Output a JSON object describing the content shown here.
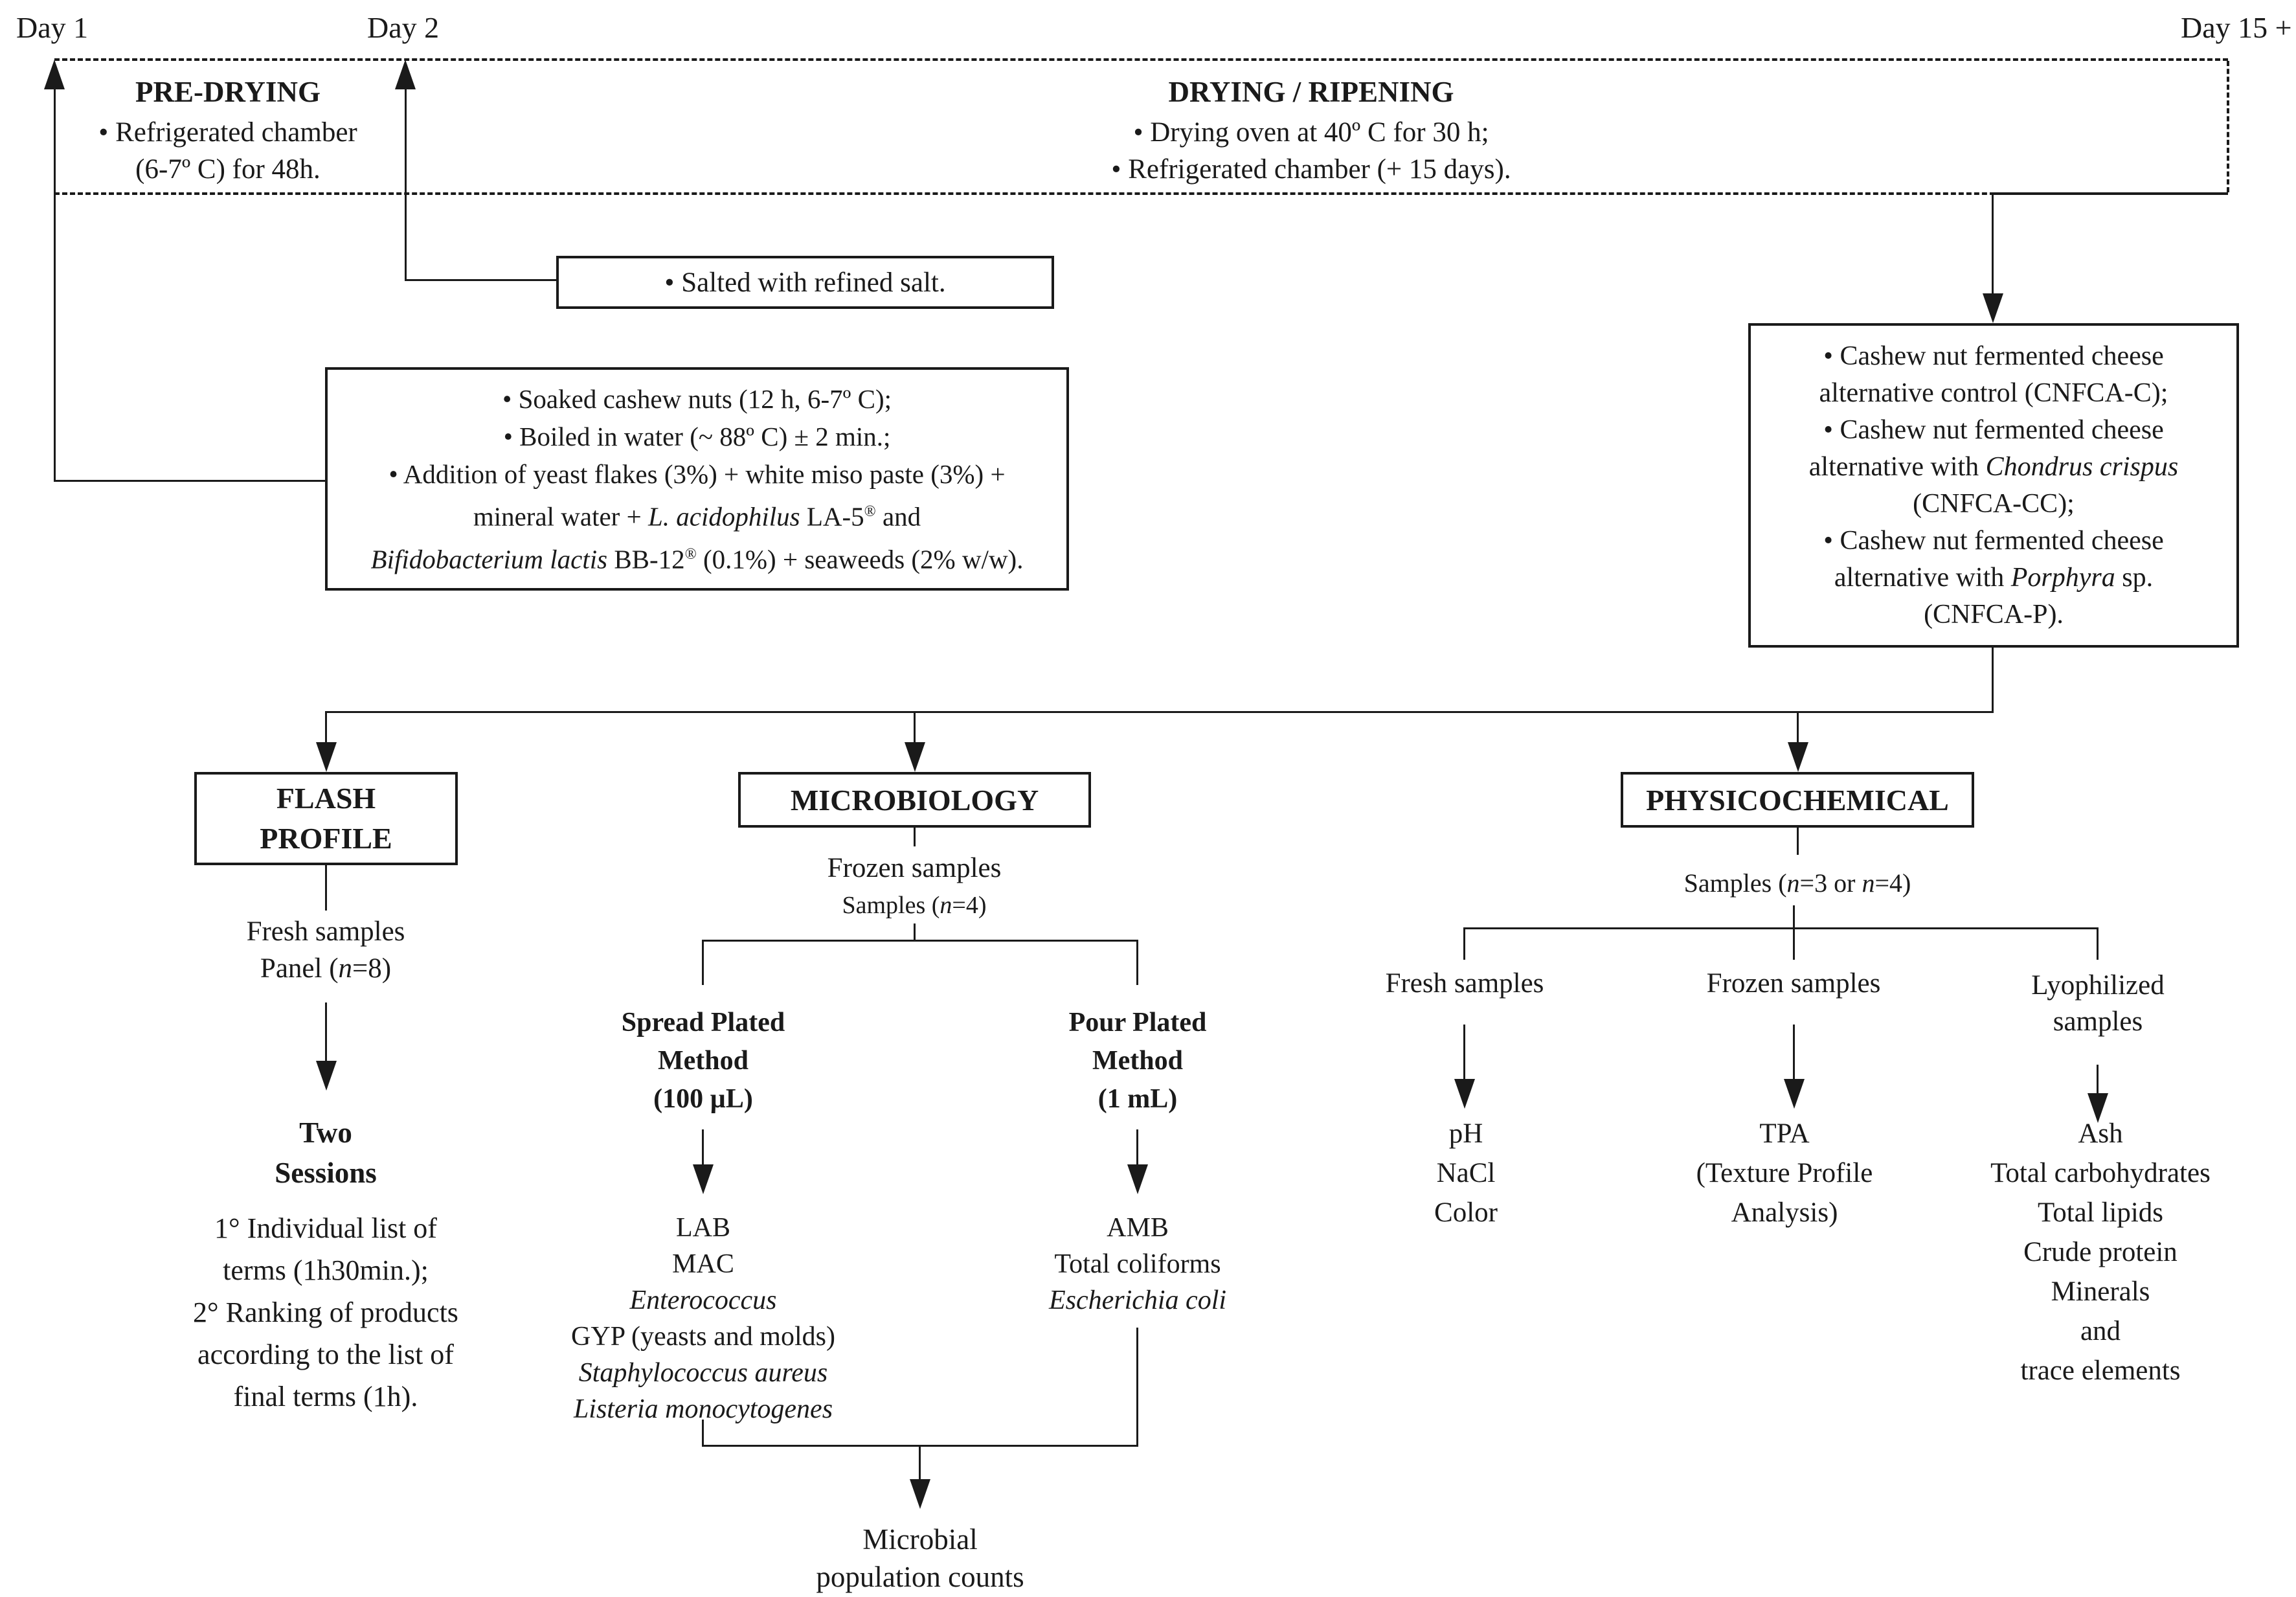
{
  "colors": {
    "ink": "#1a1a1a",
    "background": "#ffffff"
  },
  "timeline": {
    "day1": "Day 1",
    "day2": "Day 2",
    "day15": "Day 15 +",
    "pre_drying_title": "PRE-DRYING",
    "pre_drying_lines": [
      [
        {
          "t": "• Refrigerated chamber"
        }
      ],
      [
        {
          "t": "(6-7º C) for 48h."
        }
      ]
    ],
    "drying_title": "DRYING / RIPENING",
    "drying_lines": [
      [
        {
          "t": "• Drying oven at 40º C for 30 h;"
        }
      ],
      [
        {
          "t": "• Refrigerated chamber (+ 15 days)."
        }
      ]
    ]
  },
  "process": {
    "salting_lines": [
      [
        {
          "t": "• Salted with refined salt."
        }
      ]
    ],
    "preparation_lines": [
      [
        {
          "t": "• Soaked cashew nuts (12 h, 6-7º C);"
        }
      ],
      [
        {
          "t": "• Boiled  in water (~ 88º C) ± 2 min.;"
        }
      ],
      [
        {
          "t": "• Addition of yeast flakes (3%) + white miso paste (3%) +"
        }
      ],
      [
        {
          "t": "mineral water + "
        },
        {
          "t": "L. acidophilus",
          "st": "i"
        },
        {
          "t": " LA-5"
        },
        {
          "t": "®",
          "st": "sup"
        },
        {
          "t": " and"
        }
      ],
      [
        {
          "t": "Bifidobacterium lactis",
          "st": "i"
        },
        {
          "t": " BB-12"
        },
        {
          "t": "®",
          "st": "sup"
        },
        {
          "t": " (0.1%) +  seaweeds (2% w/w)."
        }
      ]
    ],
    "cnfca_lines": [
      [
        {
          "t": "• Cashew nut fermented cheese"
        }
      ],
      [
        {
          "t": "alternative control (CNFCA-C);"
        }
      ],
      [
        {
          "t": "• Cashew nut fermented cheese"
        }
      ],
      [
        {
          "t": "alternative with "
        },
        {
          "t": "Chondrus crispus",
          "st": "i"
        }
      ],
      [
        {
          "t": "(CNFCA-CC);"
        }
      ],
      [
        {
          "t": "• Cashew nut fermented cheese"
        }
      ],
      [
        {
          "t": "alternative with "
        },
        {
          "t": "Porphyra",
          "st": "i"
        },
        {
          "t": " sp."
        }
      ],
      [
        {
          "t": "(CNFCA-P)."
        }
      ]
    ]
  },
  "sections": {
    "flash_title_lines": [
      [
        {
          "t": "FLASH"
        }
      ],
      [
        {
          "t": "PROFILE"
        }
      ]
    ],
    "microbiology_title": "MICROBIOLOGY",
    "physicochemical_title": "PHYSICOCHEMICAL"
  },
  "flash": {
    "samples_lines": [
      [
        {
          "t": "Fresh samples"
        }
      ],
      [
        {
          "t": "Panel ("
        },
        {
          "t": "n",
          "st": "i"
        },
        {
          "t": "=8)"
        }
      ]
    ],
    "sessions_lines": [
      [
        {
          "t": "Two"
        }
      ],
      [
        {
          "t": "Sessions"
        }
      ]
    ],
    "detail_lines": [
      [
        {
          "t": "1° Individual list of"
        }
      ],
      [
        {
          "t": "terms (1h30min.);"
        }
      ],
      [
        {
          "t": "2°  Ranking of products"
        }
      ],
      [
        {
          "t": "according to the list of"
        }
      ],
      [
        {
          "t": "final terms (1h)."
        }
      ]
    ]
  },
  "microbiology": {
    "frozen_lines": [
      [
        {
          "t": "Frozen samples"
        }
      ]
    ],
    "samples_lines": [
      [
        {
          "t": "Samples ("
        },
        {
          "t": "n",
          "st": "i"
        },
        {
          "t": "=4)"
        }
      ]
    ],
    "spread_title_lines": [
      [
        {
          "t": "Spread Plated"
        }
      ],
      [
        {
          "t": "Method"
        }
      ],
      [
        {
          "t": "(100 µL)"
        }
      ]
    ],
    "pour_title_lines": [
      [
        {
          "t": "Pour Plated"
        }
      ],
      [
        {
          "t": "Method"
        }
      ],
      [
        {
          "t": "(1 mL)"
        }
      ]
    ],
    "spread_list_lines": [
      [
        {
          "t": "LAB"
        }
      ],
      [
        {
          "t": "MAC"
        }
      ],
      [
        {
          "t": "Enterococcus",
          "st": "i"
        }
      ],
      [
        {
          "t": "GYP (yeasts and molds)"
        }
      ],
      [
        {
          "t": "Staphylococcus aureus",
          "st": "i"
        }
      ],
      [
        {
          "t": "Listeria monocytogenes",
          "st": "i"
        }
      ]
    ],
    "pour_list_lines": [
      [
        {
          "t": "AMB"
        }
      ],
      [
        {
          "t": "Total coliforms"
        }
      ],
      [
        {
          "t": "Escherichia coli",
          "st": "i"
        }
      ]
    ],
    "result_lines": [
      [
        {
          "t": "Microbial"
        }
      ],
      [
        {
          "t": "population counts"
        }
      ]
    ]
  },
  "physicochemical": {
    "samples_lines": [
      [
        {
          "t": "Samples ("
        },
        {
          "t": "n",
          "st": "i"
        },
        {
          "t": "=3 or "
        },
        {
          "t": "n",
          "st": "i"
        },
        {
          "t": "=4)"
        }
      ]
    ],
    "fresh_label_lines": [
      [
        {
          "t": "Fresh samples"
        }
      ]
    ],
    "frozen_label_lines": [
      [
        {
          "t": "Frozen samples"
        }
      ]
    ],
    "lyophilized_label_lines": [
      [
        {
          "t": "Lyophilized"
        }
      ],
      [
        {
          "t": "samples"
        }
      ]
    ],
    "fresh_list_lines": [
      [
        {
          "t": "pH"
        }
      ],
      [
        {
          "t": "NaCl"
        }
      ],
      [
        {
          "t": "Color"
        }
      ]
    ],
    "frozen_list_lines": [
      [
        {
          "t": "TPA"
        }
      ],
      [
        {
          "t": "(Texture Profile"
        }
      ],
      [
        {
          "t": "Analysis)"
        }
      ]
    ],
    "lyophilized_list_lines": [
      [
        {
          "t": "Ash"
        }
      ],
      [
        {
          "t": "Total carbohydrates"
        }
      ],
      [
        {
          "t": "Total lipids"
        }
      ],
      [
        {
          "t": "Crude protein"
        }
      ],
      [
        {
          "t": "Minerals"
        }
      ],
      [
        {
          "t": "and"
        }
      ],
      [
        {
          "t": "trace elements"
        }
      ]
    ]
  }
}
